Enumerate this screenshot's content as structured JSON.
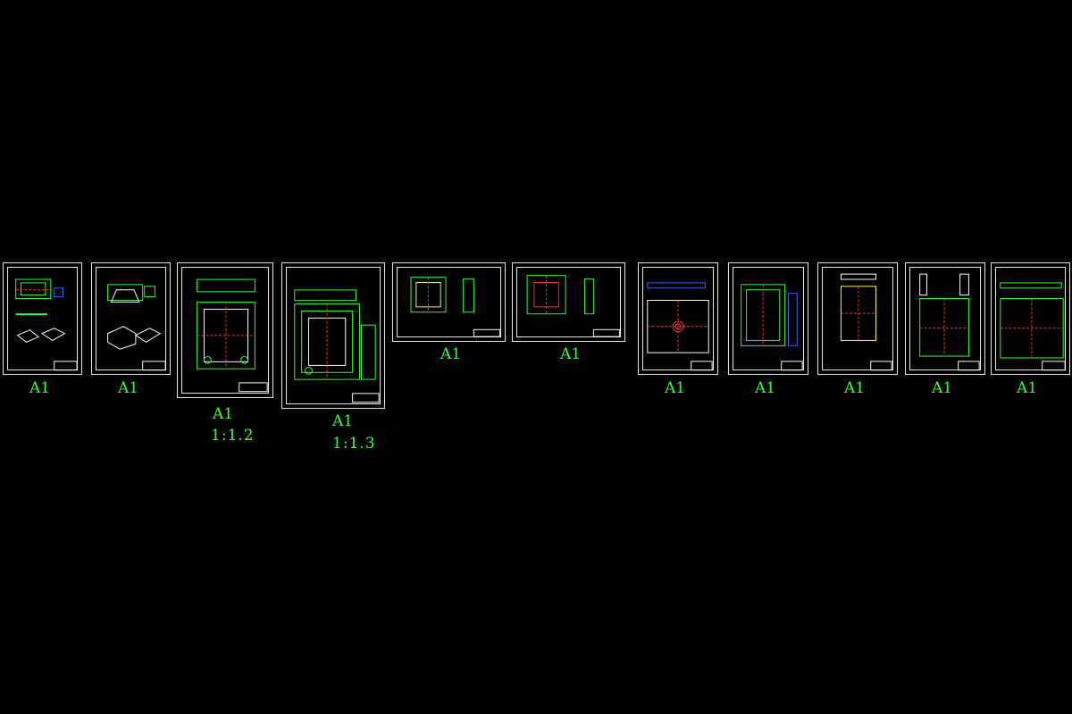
{
  "colors": {
    "background": "#000000",
    "frame": "#e8e8e8",
    "label": "#38ff38",
    "geometry": "#30ff30",
    "center_line": "#ff3030",
    "hidden": "#4060ff",
    "hatch": "#ffff40"
  },
  "sheets": [
    {
      "size": "A1"
    },
    {
      "size": "A1"
    },
    {
      "size": "A1",
      "scale": "1:1.2"
    },
    {
      "size": "A1",
      "scale": "1:1.3"
    },
    {
      "size": "A1"
    },
    {
      "size": "A1"
    },
    {
      "size": "A1"
    },
    {
      "size": "A1"
    },
    {
      "size": "A1"
    },
    {
      "size": "A1"
    },
    {
      "size": "A1"
    }
  ]
}
